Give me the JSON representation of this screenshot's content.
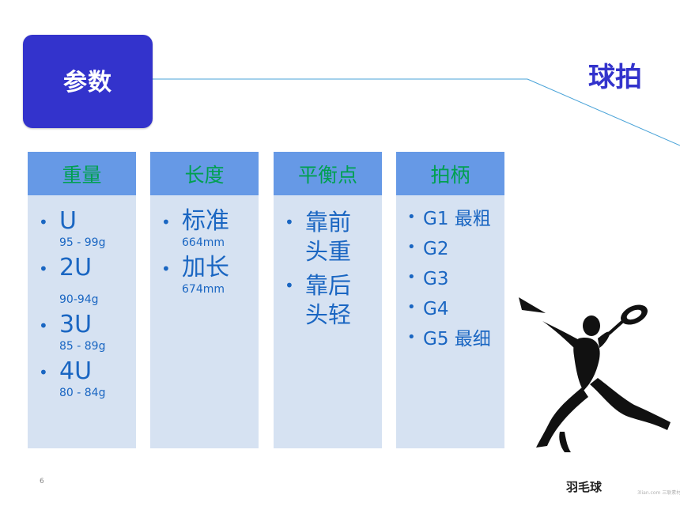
{
  "header": {
    "section_label": "参数",
    "corner_title": "球拍"
  },
  "columns": [
    {
      "heading": "重量",
      "items": [
        {
          "main": "U",
          "sub": "95 - 99g"
        },
        {
          "main": "2U",
          "sub": "90-94g"
        },
        {
          "main": "3U",
          "sub": "85 - 89g"
        },
        {
          "main": "4U",
          "sub": "80 - 84g"
        }
      ]
    },
    {
      "heading": "长度",
      "items": [
        {
          "main": "标准",
          "sub": "664mm"
        },
        {
          "main": "加长",
          "sub": "674mm"
        }
      ]
    },
    {
      "heading": "平衡点",
      "items": [
        {
          "main": "靠前头重"
        },
        {
          "main": "靠后头轻"
        }
      ]
    },
    {
      "heading": "拍柄",
      "items": [
        {
          "main": "G1 最粗"
        },
        {
          "main": "G2"
        },
        {
          "main": "G3"
        },
        {
          "main": "G4"
        },
        {
          "main": "G5 最细"
        }
      ]
    }
  ],
  "footer": {
    "page_number": "6",
    "figure_caption": "羽毛球",
    "watermark": "3lian.com 三联素材"
  },
  "colors": {
    "accent": "#3333cc",
    "column_header": "#6699e6",
    "column_body": "#d6e2f2",
    "heading_text": "#00a050",
    "item_text": "#1a66c2",
    "line": "#4aa3d8"
  },
  "icons": {
    "bullet": "•",
    "figure": "badminton-player-silhouette"
  }
}
